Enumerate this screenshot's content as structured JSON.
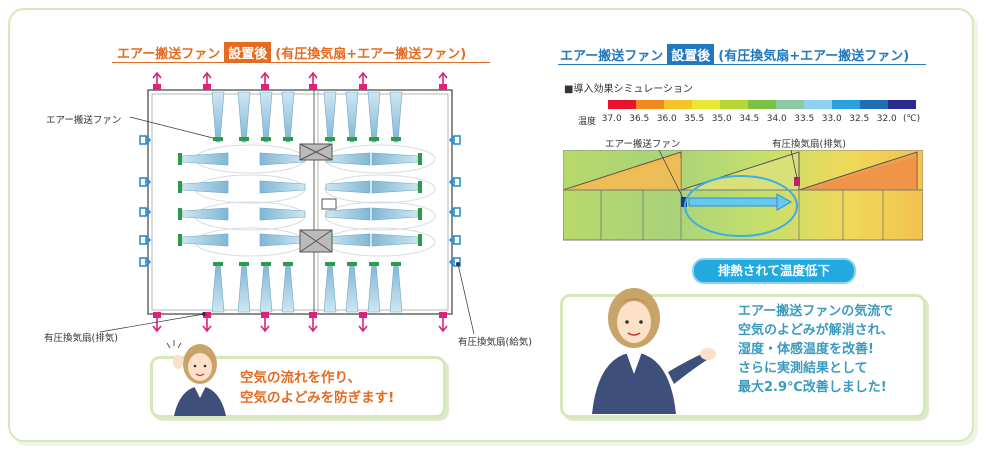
{
  "left": {
    "title_main": "エアー搬送ファン",
    "title_tag": "設置後",
    "title_sub": "(有圧換気扇+エアー搬送ファン)",
    "label_fan": "エアー搬送ファン",
    "label_exhaust": "有圧換気扇(排気)",
    "label_supply": "有圧換気扇(給気)",
    "speech_line1": "空気の流れを作り、",
    "speech_line2": "空気のよどみを防ぎます!"
  },
  "right": {
    "title_main": "エアー搬送ファン",
    "title_tag": "設置後",
    "title_sub": "(有圧換気扇+エアー搬送ファン)",
    "sim_title": "■導入効果シミュレーション",
    "temp_label": "温度",
    "temp_unit": "(℃)",
    "temps": [
      "37.0",
      "36.5",
      "36.0",
      "35.5",
      "35.0",
      "34.5",
      "34.0",
      "33.5",
      "33.0",
      "32.5",
      "32.0"
    ],
    "temp_colors": [
      "#e8142b",
      "#f08a1e",
      "#f5c325",
      "#e9e634",
      "#b9d637",
      "#7cc242",
      "#8bc9a0",
      "#8fd0ee",
      "#2ba0de",
      "#1f6fb5",
      "#2a2a8f"
    ],
    "label_fan": "エアー搬送ファン",
    "label_exhaust": "有圧換気扇(排気)",
    "pill": "排熱されて温度低下",
    "speech": [
      "エアー搬送ファンの気流で",
      "空気のよどみが解消され、",
      "湿度・体感温度を改善!",
      "さらに実測結果として",
      "最大2.9℃改善しました!"
    ]
  },
  "colors": {
    "orange": "#e36c22",
    "blue": "#2178bf",
    "frame": "#d7e8b8",
    "teal": "#3a9bbf"
  }
}
